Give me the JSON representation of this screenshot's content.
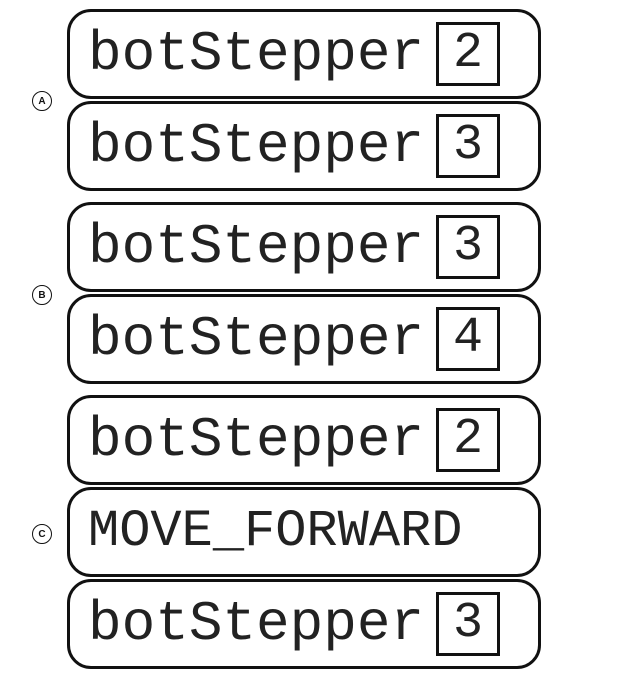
{
  "groups": [
    {
      "marker": "A",
      "blocks": [
        {
          "label": "botStepper",
          "value": "2"
        },
        {
          "label": "botStepper",
          "value": "3"
        }
      ]
    },
    {
      "marker": "B",
      "blocks": [
        {
          "label": "botStepper",
          "value": "3"
        },
        {
          "label": "botStepper",
          "value": "4"
        }
      ]
    },
    {
      "marker": "C",
      "blocks": [
        {
          "label": "botStepper",
          "value": "2"
        },
        {
          "label": "MOVE_FORWARD"
        },
        {
          "label": "botStepper",
          "value": "3"
        }
      ]
    }
  ]
}
